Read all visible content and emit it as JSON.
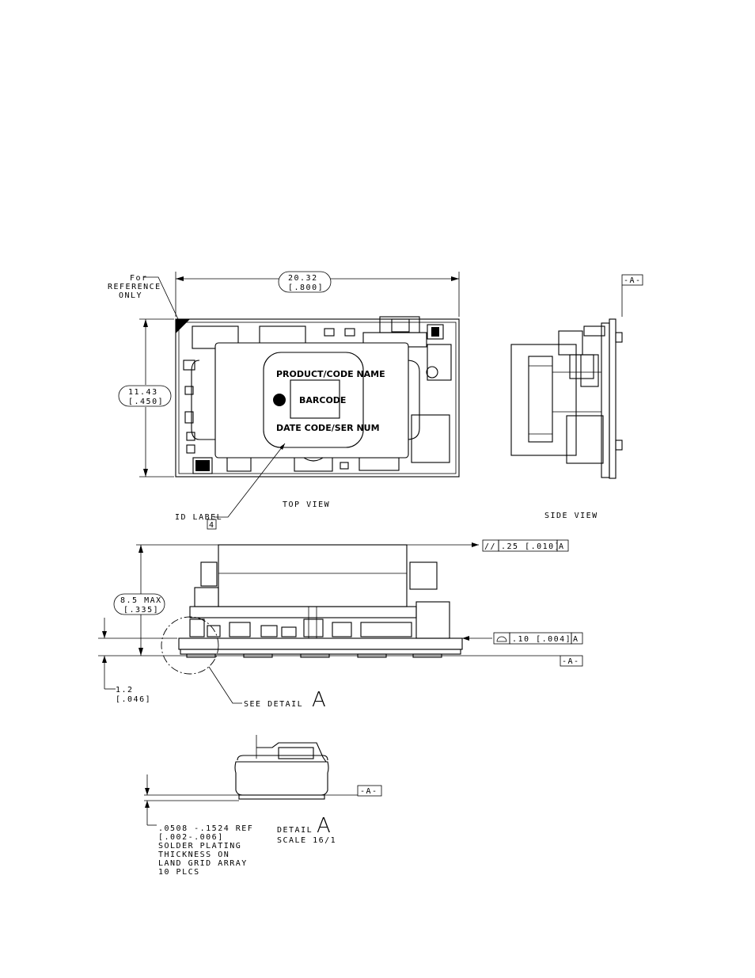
{
  "views": {
    "top": "TOP VIEW",
    "side": "SIDE VIEW"
  },
  "reference_note": [
    "For",
    "REFERENCE",
    "ONLY"
  ],
  "label": {
    "product": "PRODUCT/CODE NAME",
    "barcode": "BARCODE",
    "date_code": "DATE CODE/SER NUM",
    "id_label": "ID LABEL",
    "id_label_ref": "4"
  },
  "dimensions": {
    "width_mm": "20.32",
    "width_in": "[.800]",
    "height_mm": "11.43",
    "height_in": "[.450]",
    "max_height_mm": "8.5 MAX",
    "max_height_in": "[.335]",
    "standoff_mm": "1.2",
    "standoff_in": "[.046]"
  },
  "tolerances": {
    "parallelism_value": ".25 [.010]",
    "parallelism_ref": "A",
    "profile_value": ".10 [.004]",
    "profile_ref": "A"
  },
  "datum": "-A-",
  "detail": {
    "see_detail": "SEE DETAIL",
    "letter": "A",
    "title": "DETAIL",
    "scale": "SCALE  16/1",
    "note": [
      ".0508 -.1524 REF",
      "[.002-.006]",
      "SOLDER PLATING",
      "THICKNESS ON",
      "LAND GRID ARRAY",
      "10 PLCS"
    ]
  }
}
